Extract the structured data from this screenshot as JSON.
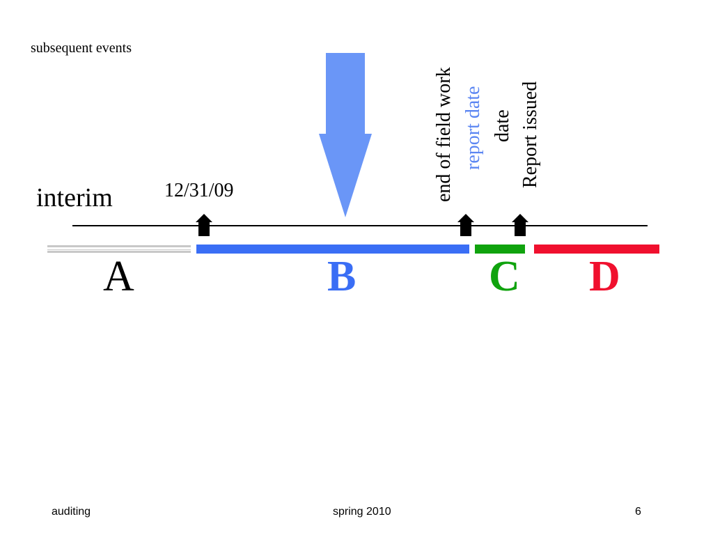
{
  "title": "subsequent events",
  "interim_label": "interim",
  "date_label": "12/31/09",
  "vertical_labels": {
    "end_of_field_work": "end of field work",
    "report_date": "report date",
    "date": "date",
    "report_issued": "Report issued"
  },
  "segments": {
    "a": {
      "letter": "A",
      "color": "#c8c8c8"
    },
    "b": {
      "letter": "B",
      "color": "#3a6ef5"
    },
    "c": {
      "letter": "C",
      "color": "#10a30e"
    },
    "d": {
      "letter": "D",
      "color": "#f0102e"
    }
  },
  "colors": {
    "report_date_text": "#5b86f2",
    "big_arrow": "#6a96f7",
    "marker": "#000000"
  },
  "footer": {
    "left": "auditing",
    "center": "spring 2010",
    "page": "6"
  }
}
